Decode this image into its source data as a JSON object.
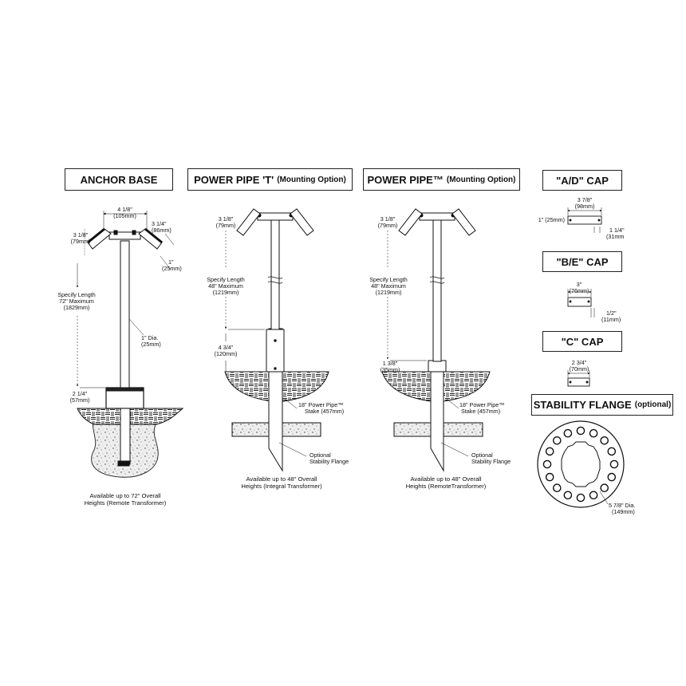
{
  "anchor_base": {
    "title": "ANCHOR BASE",
    "dim_top": [
      "4 1/8\"",
      "(105mm)"
    ],
    "dim_right": [
      "3 1/4\"",
      "(86mm)"
    ],
    "dim_left": [
      "3 1/8\"",
      "(79mm)"
    ],
    "dim_arm": [
      "1\"",
      "(25mm)"
    ],
    "dim_length": [
      "Specify Length",
      "72\" Maximum",
      "(1829mm)"
    ],
    "dim_dia": [
      "1\" Dia.",
      "(25mm)"
    ],
    "dim_base": [
      "2 1/4\"",
      "(57mm)"
    ],
    "caption": [
      "Available up to 72\" Overall",
      "Heights (Remote Transformer)"
    ]
  },
  "power_pipe_t": {
    "title": "POWER PIPE 'T'",
    "subtitle": "(Mounting Option)",
    "dim_top": [
      "3 1/8\"",
      "(79mm)"
    ],
    "dim_length": [
      "Specify Length",
      "48\" Maximum",
      "(1219mm)"
    ],
    "dim_sleeve": [
      "4 3/4\"",
      "(120mm)"
    ],
    "stake": [
      "18\" Power Pipe™",
      "Stake (457mm)"
    ],
    "flange": [
      "Optional",
      "Stability Flange"
    ],
    "caption": [
      "Available up to 48\" Overall",
      "Heights (Integral Transformer)"
    ]
  },
  "power_pipe": {
    "title": "POWER PIPE™",
    "subtitle": "(Mounting Option)",
    "dim_top": [
      "3 1/8\"",
      "(79mm)"
    ],
    "dim_length": [
      "Specify Length",
      "48\" Maximum",
      "(1219mm)"
    ],
    "dim_sleeve": [
      "1 3/8\"",
      "(35mm)"
    ],
    "stake": [
      "18\" Power Pipe™",
      "Stake (457mm)"
    ],
    "flange": [
      "Optional",
      "Stability Flange"
    ],
    "caption": [
      "Available up to 48\" Overall",
      "Heights (RemoteTransformer)"
    ]
  },
  "ad_cap": {
    "title": "\"A/D\" CAP",
    "dim_width": [
      "3 7/8\"",
      "(98mm)"
    ],
    "dim_height": "1\" (25mm)",
    "dim_lip": [
      "1 1/4\"",
      "(31mm"
    ]
  },
  "be_cap": {
    "title": "\"B/E\" CAP",
    "dim_width": [
      "3\"",
      "(76mm)"
    ],
    "dim_lip": [
      "1/2\"",
      "(11mm)"
    ]
  },
  "c_cap": {
    "title": "\"C\" CAP",
    "dim_width": [
      "2 3/4\"",
      "(70mm)"
    ]
  },
  "stability_flange": {
    "title": "STABILITY FLANGE",
    "subtitle": "(optional)",
    "dim_dia": [
      "5 7/8\" Dia.",
      "(149mm)"
    ],
    "hole_count": 16
  }
}
